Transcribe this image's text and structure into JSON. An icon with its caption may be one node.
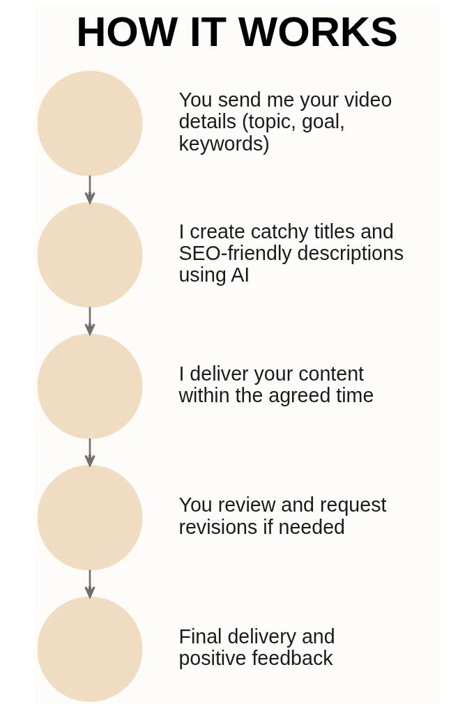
{
  "diagram": {
    "title": "HOW IT WORKS",
    "nodes": [
      {
        "text": [],
        "shape": "circle",
        "beside": [
          "You send me your video details (topic, goal, keywords)"
        ]
      },
      {
        "text": [],
        "shape": "circle",
        "beside": [
          "I create catchy titles and SEO-friendly descriptions using AI"
        ]
      },
      {
        "text": [],
        "shape": "circle",
        "beside": [
          "I deliver your content within the agreed time"
        ]
      },
      {
        "text": [],
        "shape": "circle",
        "beside": [
          "You review and request revisions if needed"
        ]
      },
      {
        "text": [],
        "shape": "circle",
        "beside": [
          "Final delivery and positive feedback"
        ]
      }
    ],
    "edges": [
      {
        "from": 0,
        "to": 1,
        "arrow": "to"
      },
      {
        "from": 1,
        "to": 2,
        "arrow": "to"
      },
      {
        "from": 2,
        "to": 3,
        "arrow": "to"
      },
      {
        "from": 3,
        "to": 4,
        "arrow": "to"
      }
    ]
  }
}
